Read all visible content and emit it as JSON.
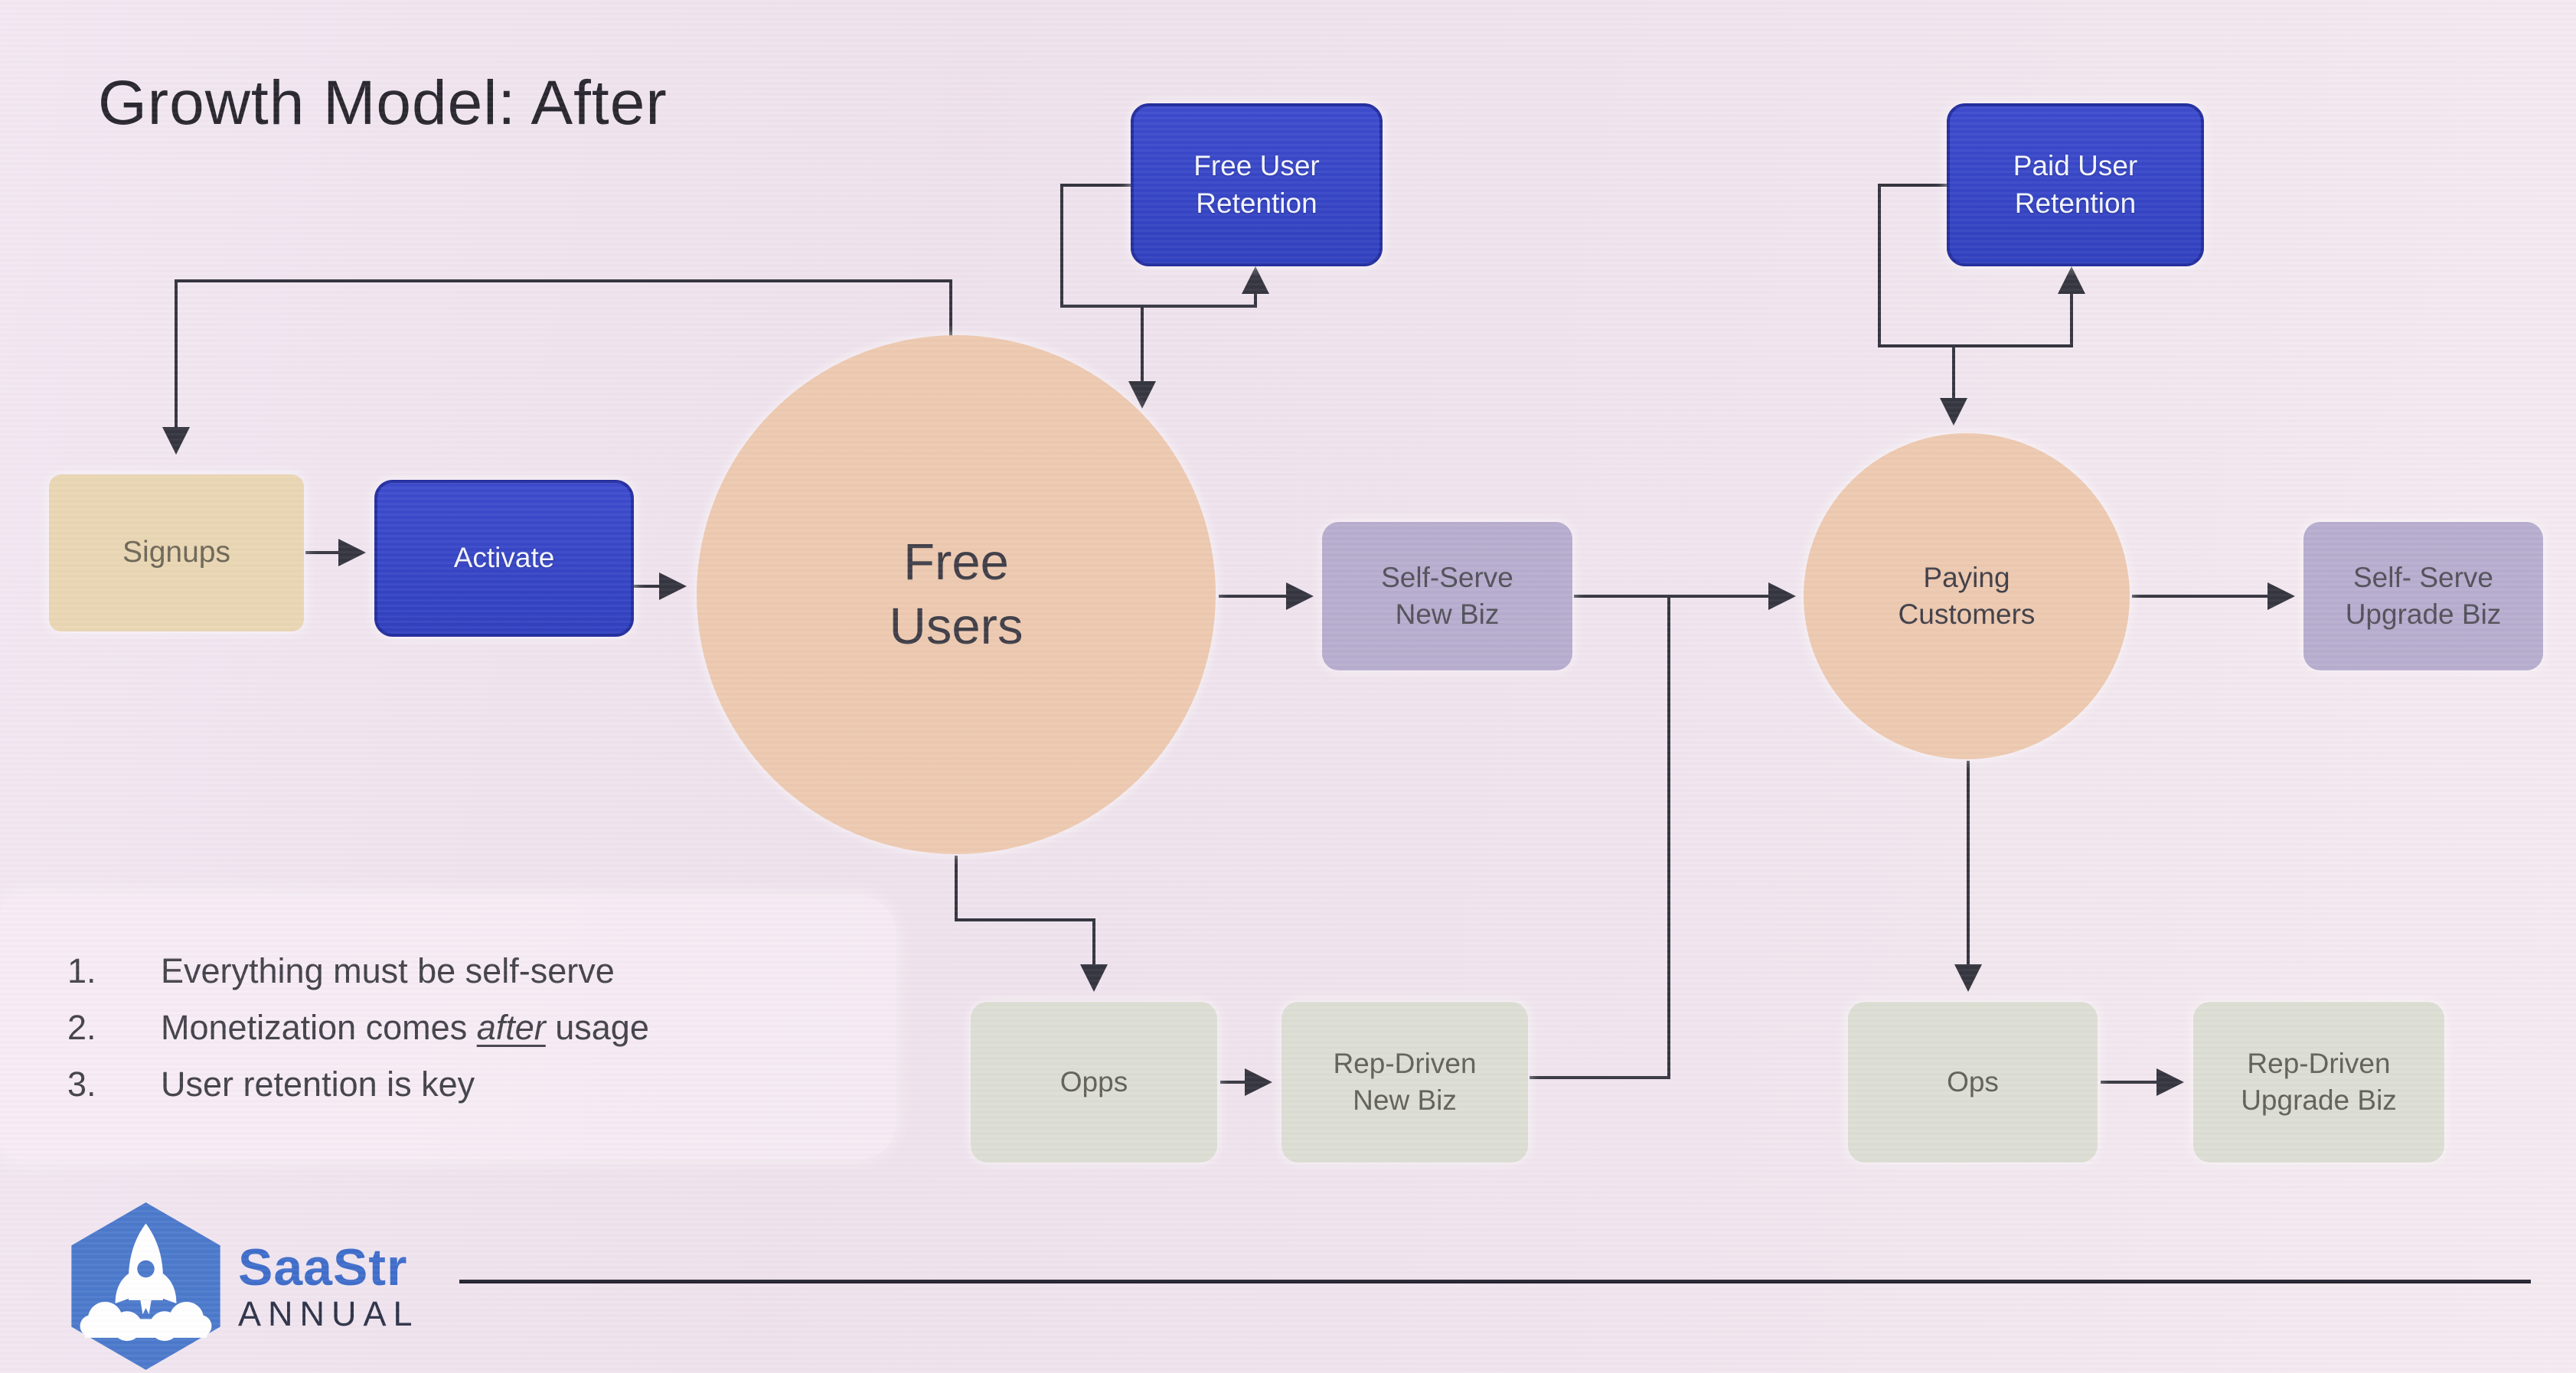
{
  "slide": {
    "title": "Growth Model: After"
  },
  "nodes": {
    "signups": {
      "label": "Signups"
    },
    "activate": {
      "label": "Activate"
    },
    "free_users": {
      "label": "Free\nUsers"
    },
    "free_user_retention": {
      "label": "Free User\nRetention"
    },
    "paid_user_retention": {
      "label": "Paid User\nRetention"
    },
    "self_serve_new_biz": {
      "label": "Self-Serve\nNew Biz"
    },
    "paying_customers": {
      "label": "Paying\nCustomers"
    },
    "self_serve_upgrade_biz": {
      "label": "Self- Serve\nUpgrade Biz"
    },
    "opps": {
      "label": "Opps"
    },
    "rep_driven_new_biz": {
      "label": "Rep-Driven\nNew Biz"
    },
    "ops": {
      "label": "Ops"
    },
    "rep_driven_upgrade_biz": {
      "label": "Rep-Driven\nUpgrade Biz"
    }
  },
  "notes": {
    "items": [
      {
        "num": "1.",
        "text": "Everything must be self-serve"
      },
      {
        "num": "2.",
        "prefix": "Monetization comes ",
        "emphasis": "after",
        "suffix": " usage"
      },
      {
        "num": "3.",
        "text": "User retention is key"
      }
    ]
  },
  "brand": {
    "name": "SaaStr",
    "sub": "ANNUAL"
  },
  "colors": {
    "accent_blue": "#3847c6",
    "peach": "#edc9b0",
    "lavender": "#b7adcf",
    "tan": "#e9d6b3",
    "gray": "#dcded4",
    "connector": "#34343f",
    "logo_blue": "#4b79cc"
  }
}
